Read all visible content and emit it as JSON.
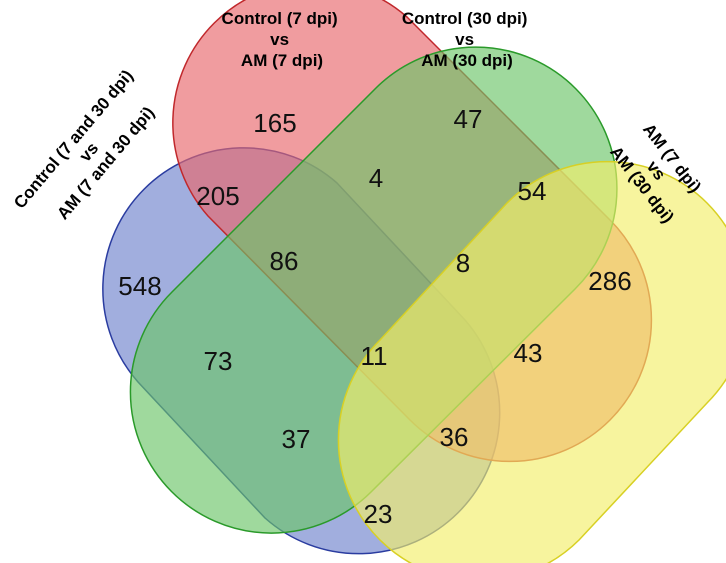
{
  "diagram": {
    "type": "venn",
    "set_count": 4,
    "sets": [
      {
        "id": "A",
        "label_lines": [
          "Control (7 and 30 dpi)",
          "vs",
          "AM (7 and 30 dpi)"
        ],
        "color": "#6f82cc",
        "stroke": "#2a3ca0"
      },
      {
        "id": "B",
        "label_lines": [
          "Control (7 dpi)",
          "vs",
          "AM (7 dpi)"
        ],
        "color": "#e8676c",
        "stroke": "#c0282c"
      },
      {
        "id": "C",
        "label_lines": [
          "Control (30 dpi)",
          "vs",
          "AM (30 dpi)"
        ],
        "color": "#6cc469",
        "stroke": "#2a9a2a"
      },
      {
        "id": "D",
        "label_lines": [
          "AM (7 dpi)",
          "vs",
          "AM (30 dpi)"
        ],
        "color": "#f2ee6a",
        "stroke": "#d8d024"
      }
    ],
    "regions": [
      {
        "sets": "A",
        "value": 548
      },
      {
        "sets": "B",
        "value": 165
      },
      {
        "sets": "C",
        "value": 47
      },
      {
        "sets": "D",
        "value": 286
      },
      {
        "sets": "AB",
        "value": 205
      },
      {
        "sets": "BC",
        "value": 4
      },
      {
        "sets": "CD",
        "value": 54
      },
      {
        "sets": "ABC",
        "value": 86
      },
      {
        "sets": "BCD",
        "value": 8
      },
      {
        "sets": "AC",
        "value": 73
      },
      {
        "sets": "ABCD",
        "value": 11
      },
      {
        "sets": "BD",
        "value": 43
      },
      {
        "sets": "ACD",
        "value": 37
      },
      {
        "sets": "ABD",
        "value": 36
      },
      {
        "sets": "AD",
        "value": 23
      }
    ]
  }
}
